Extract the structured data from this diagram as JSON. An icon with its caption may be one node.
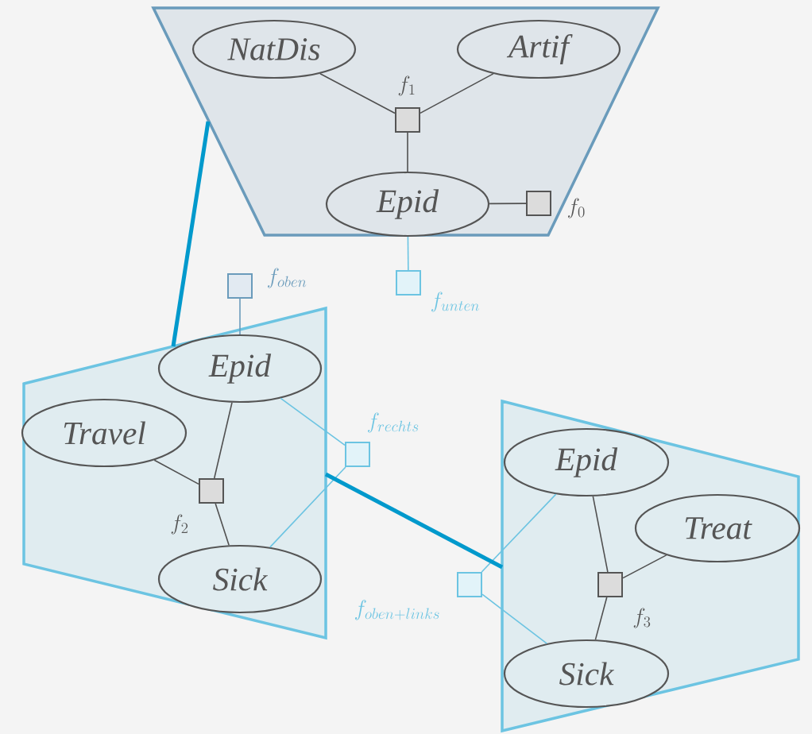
{
  "diagram": {
    "nodes": [
      {
        "text": [],
        "shape": "trapezoid"
      },
      {
        "text": [
          "NatDis"
        ],
        "in": 0
      },
      {
        "text": [
          "Artif"
        ],
        "in": 0
      },
      {
        "text": [],
        "shape": "box",
        "in": 0,
        "beside": [
          "f_1"
        ]
      },
      {
        "text": [
          "Epid"
        ],
        "in": 0
      },
      {
        "text": [],
        "shape": "box",
        "in": 0,
        "beside": [
          "f_0"
        ]
      },
      {
        "text": [],
        "shape": "box",
        "beside": [
          "f_{oben}"
        ]
      },
      {
        "text": [],
        "shape": "box",
        "beside": [
          "f_{unten}"
        ]
      },
      {
        "text": [],
        "shape": "trapezoid"
      },
      {
        "text": [
          "Epid"
        ],
        "in": 8
      },
      {
        "text": [
          "Travel"
        ],
        "in": 8
      },
      {
        "text": [],
        "shape": "box",
        "in": 8,
        "beside": [
          "f_2"
        ]
      },
      {
        "text": [
          "Sick"
        ],
        "in": 8
      },
      {
        "text": [],
        "shape": "box",
        "beside": [
          "f_{rechts}"
        ]
      },
      {
        "text": [],
        "shape": "box",
        "beside": [
          "f_{oben+links}"
        ]
      },
      {
        "text": [],
        "shape": "trapezoid"
      },
      {
        "text": [
          "Epid"
        ],
        "in": 15
      },
      {
        "text": [
          "Treat"
        ],
        "in": 15
      },
      {
        "text": [],
        "shape": "box",
        "in": 15,
        "beside": [
          "f_3"
        ]
      },
      {
        "text": [
          "Sick"
        ],
        "in": 15
      }
    ],
    "edges": [
      {
        "from": 1,
        "to": 3,
        "arrow": "none"
      },
      {
        "from": 2,
        "to": 3,
        "arrow": "none"
      },
      {
        "from": 3,
        "to": 4,
        "arrow": "none"
      },
      {
        "from": 4,
        "to": 5,
        "arrow": "none"
      },
      {
        "from": 4,
        "to": 7,
        "arrow": "none",
        "color": "#6cc4e2"
      },
      {
        "from": 6,
        "to": 9,
        "arrow": "none",
        "color": "#6a9bbb"
      },
      {
        "from": 10,
        "to": 11,
        "arrow": "none"
      },
      {
        "from": 9,
        "to": 11,
        "arrow": "none"
      },
      {
        "from": 11,
        "to": 12,
        "arrow": "none"
      },
      {
        "from": 9,
        "to": 13,
        "arrow": "none",
        "color": "#6cc4e2"
      },
      {
        "from": 12,
        "to": 13,
        "arrow": "none",
        "color": "#6cc4e2"
      },
      {
        "from": 14,
        "to": 16,
        "arrow": "none",
        "color": "#6cc4e2"
      },
      {
        "from": 14,
        "to": 19,
        "arrow": "none",
        "color": "#6cc4e2"
      },
      {
        "from": 16,
        "to": 18,
        "arrow": "none"
      },
      {
        "from": 17,
        "to": 18,
        "arrow": "none"
      },
      {
        "from": 18,
        "to": 19,
        "arrow": "none"
      },
      {
        "from": 0,
        "to": 8,
        "arrow": "none",
        "style": "thick",
        "color": "#0099cc"
      },
      {
        "from": 8,
        "to": 15,
        "arrow": "none",
        "style": "thick",
        "color": "#0099cc"
      }
    ]
  }
}
